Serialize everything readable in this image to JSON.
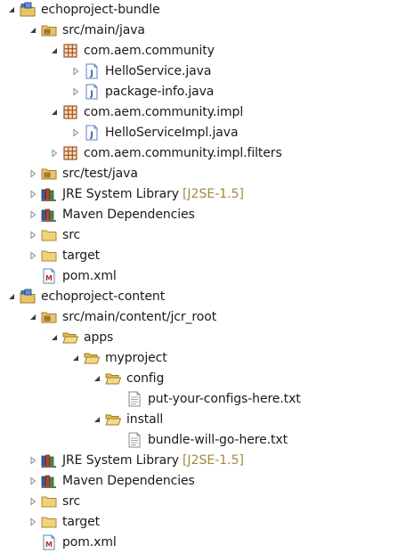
{
  "tree": [
    {
      "id": "n1",
      "label": "echoproject-bundle",
      "depth": 0,
      "toggle": "expanded",
      "icon": "project-icon"
    },
    {
      "id": "n2",
      "label": "src/main/java",
      "depth": 1,
      "toggle": "expanded",
      "icon": "source-folder-icon"
    },
    {
      "id": "n3",
      "label": "com.aem.community",
      "depth": 2,
      "toggle": "expanded",
      "icon": "package-icon"
    },
    {
      "id": "n4",
      "label": "HelloService.java",
      "depth": 3,
      "toggle": "collapsed",
      "icon": "java-file-icon"
    },
    {
      "id": "n5",
      "label": "package-info.java",
      "depth": 3,
      "toggle": "collapsed",
      "icon": "java-file-icon"
    },
    {
      "id": "n6",
      "label": "com.aem.community.impl",
      "depth": 2,
      "toggle": "expanded",
      "icon": "package-icon"
    },
    {
      "id": "n7",
      "label": "HelloServiceImpl.java",
      "depth": 3,
      "toggle": "collapsed",
      "icon": "java-file-icon"
    },
    {
      "id": "n8",
      "label": "com.aem.community.impl.filters",
      "depth": 2,
      "toggle": "collapsed",
      "icon": "package-icon"
    },
    {
      "id": "n9",
      "label": "src/test/java",
      "depth": 1,
      "toggle": "collapsed",
      "icon": "source-folder-icon"
    },
    {
      "id": "n10",
      "label": "JRE System Library",
      "decoration": "[J2SE-1.5]",
      "depth": 1,
      "toggle": "collapsed",
      "icon": "library-icon"
    },
    {
      "id": "n11",
      "label": "Maven Dependencies",
      "depth": 1,
      "toggle": "collapsed",
      "icon": "library-icon"
    },
    {
      "id": "n12",
      "label": "src",
      "depth": 1,
      "toggle": "collapsed",
      "icon": "folder-icon"
    },
    {
      "id": "n13",
      "label": "target",
      "depth": 1,
      "toggle": "collapsed",
      "icon": "folder-icon"
    },
    {
      "id": "n14",
      "label": "pom.xml",
      "depth": 1,
      "toggle": "none",
      "icon": "maven-pom-icon"
    },
    {
      "id": "n15",
      "label": "echoproject-content",
      "depth": 0,
      "toggle": "expanded",
      "icon": "project-icon"
    },
    {
      "id": "n16",
      "label": "src/main/content/jcr_root",
      "depth": 1,
      "toggle": "expanded",
      "icon": "source-folder-icon"
    },
    {
      "id": "n17",
      "label": "apps",
      "depth": 2,
      "toggle": "expanded",
      "icon": "folder-open-icon"
    },
    {
      "id": "n18",
      "label": "myproject",
      "depth": 3,
      "toggle": "expanded",
      "icon": "folder-open-icon"
    },
    {
      "id": "n19",
      "label": "config",
      "depth": 4,
      "toggle": "expanded",
      "icon": "folder-open-icon"
    },
    {
      "id": "n20",
      "label": "put-your-configs-here.txt",
      "depth": 5,
      "toggle": "none",
      "icon": "text-file-icon"
    },
    {
      "id": "n21",
      "label": "install",
      "depth": 4,
      "toggle": "expanded",
      "icon": "folder-open-icon"
    },
    {
      "id": "n22",
      "label": "bundle-will-go-here.txt",
      "depth": 5,
      "toggle": "none",
      "icon": "text-file-icon"
    },
    {
      "id": "n23",
      "label": "JRE System Library",
      "decoration": "[J2SE-1.5]",
      "depth": 1,
      "toggle": "collapsed",
      "icon": "library-icon"
    },
    {
      "id": "n24",
      "label": "Maven Dependencies",
      "depth": 1,
      "toggle": "collapsed",
      "icon": "library-icon"
    },
    {
      "id": "n25",
      "label": "src",
      "depth": 1,
      "toggle": "collapsed",
      "icon": "folder-icon"
    },
    {
      "id": "n26",
      "label": "target",
      "depth": 1,
      "toggle": "collapsed",
      "icon": "folder-icon"
    },
    {
      "id": "n27",
      "label": "pom.xml",
      "depth": 1,
      "toggle": "none",
      "icon": "maven-pom-icon"
    }
  ]
}
